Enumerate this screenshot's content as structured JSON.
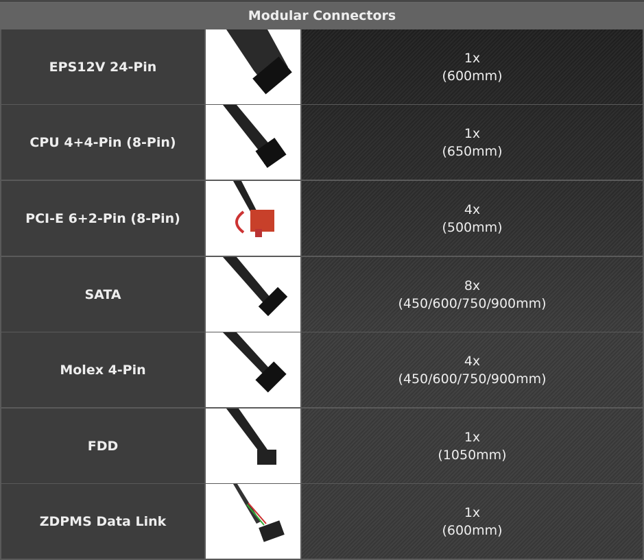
{
  "table": {
    "title": "Modular Connectors",
    "rows": [
      {
        "name": "EPS12V 24-Pin",
        "count": "1x",
        "length": "(600mm)",
        "icon": "atx-24pin-cable"
      },
      {
        "name": "CPU 4+4-Pin (8-Pin)",
        "count": "1x",
        "length": "(650mm)",
        "icon": "cpu-8pin-cable"
      },
      {
        "name": "PCI-E 6+2-Pin (8-Pin)",
        "count": "4x",
        "length": "(500mm)",
        "icon": "pcie-8pin-cable"
      },
      {
        "name": "SATA",
        "count": "8x",
        "length": "(450/600/750/900mm)",
        "icon": "sata-cable"
      },
      {
        "name": "Molex 4-Pin",
        "count": "4x",
        "length": "(450/600/750/900mm)",
        "icon": "molex-cable"
      },
      {
        "name": "FDD",
        "count": "1x",
        "length": "(1050mm)",
        "icon": "fdd-cable"
      },
      {
        "name": "ZDPMS Data Link",
        "count": "1x",
        "length": "(600mm)",
        "icon": "data-link-cable"
      }
    ]
  }
}
